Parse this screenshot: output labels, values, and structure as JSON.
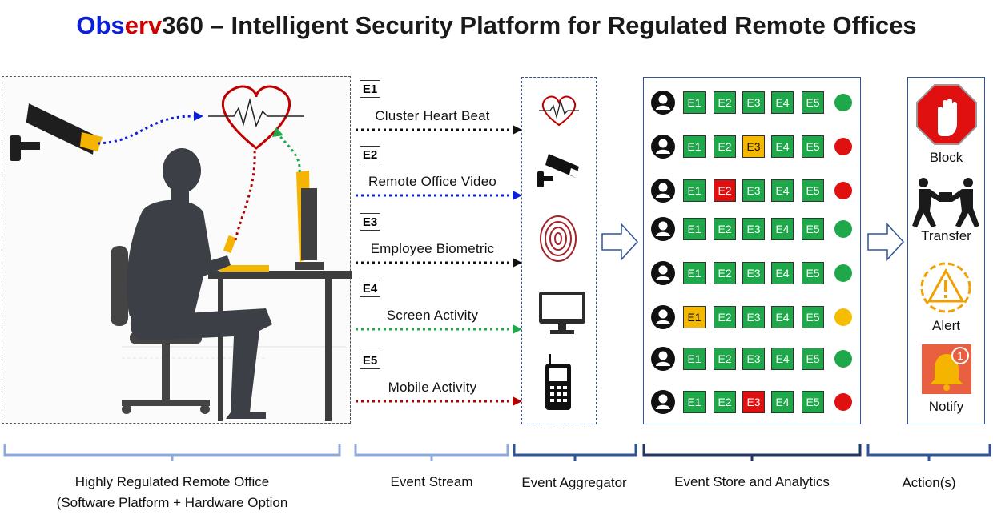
{
  "title": {
    "brand_obs": "Obs",
    "brand_erv": "erv",
    "brand_360": "360",
    "rest": " – Intelligent Security Platform for Regulated Remote Offices"
  },
  "streams": [
    {
      "id": "E1",
      "label": "Cluster Heart Beat",
      "color": "#111111",
      "icon": "heartbeat-icon"
    },
    {
      "id": "E2",
      "label": "Remote Office Video",
      "color": "#0a1fd6",
      "icon": "camera-icon"
    },
    {
      "id": "E3",
      "label": "Employee Biometric",
      "color": "#111111",
      "icon": "fingerprint-icon"
    },
    {
      "id": "E4",
      "label": "Screen Activity",
      "color": "#1fa84a",
      "icon": "monitor-icon"
    },
    {
      "id": "E5",
      "label": "Mobile Activity",
      "color": "#b00000",
      "icon": "mobile-phone-icon"
    }
  ],
  "store": {
    "events": [
      "E1",
      "E2",
      "E3",
      "E4",
      "E5"
    ],
    "rows": [
      {
        "states": [
          "ok",
          "ok",
          "ok",
          "ok",
          "ok"
        ],
        "status": "green"
      },
      {
        "states": [
          "ok",
          "ok",
          "warn",
          "ok",
          "ok"
        ],
        "status": "red"
      },
      {
        "states": [
          "ok",
          "bad",
          "ok",
          "ok",
          "ok"
        ],
        "status": "red"
      },
      {
        "states": [
          "ok",
          "ok",
          "ok",
          "ok",
          "ok"
        ],
        "status": "green"
      },
      {
        "states": [
          "ok",
          "ok",
          "ok",
          "ok",
          "ok"
        ],
        "status": "green"
      },
      {
        "states": [
          "warn",
          "ok",
          "ok",
          "ok",
          "ok"
        ],
        "status": "yellow"
      },
      {
        "states": [
          "ok",
          "ok",
          "ok",
          "ok",
          "ok"
        ],
        "status": "green"
      },
      {
        "states": [
          "ok",
          "ok",
          "bad",
          "ok",
          "ok"
        ],
        "status": "red"
      }
    ]
  },
  "actions": [
    {
      "label": "Block",
      "icon": "stop-hand-icon"
    },
    {
      "label": "Transfer",
      "icon": "handover-icon"
    },
    {
      "label": "Alert",
      "icon": "warning-icon"
    },
    {
      "label": "Notify",
      "icon": "notification-bell-icon",
      "badge": "1"
    }
  ],
  "sections": {
    "office_line1": "Highly Regulated Remote Office",
    "office_line2": "(Software Platform + Hardware Option",
    "stream": "Event Stream",
    "aggregator": "Event Aggregator",
    "store": "Event Store and Analytics",
    "actions": "Action(s)"
  },
  "colors": {
    "ok": "#1fa84a",
    "warn": "#f5b800",
    "bad": "#e01010",
    "status_green": "#1fa84a",
    "status_red": "#e01010",
    "status_yellow": "#f5bd00",
    "accent_blue": "#2f5597",
    "bracket": "#8ea9db"
  }
}
